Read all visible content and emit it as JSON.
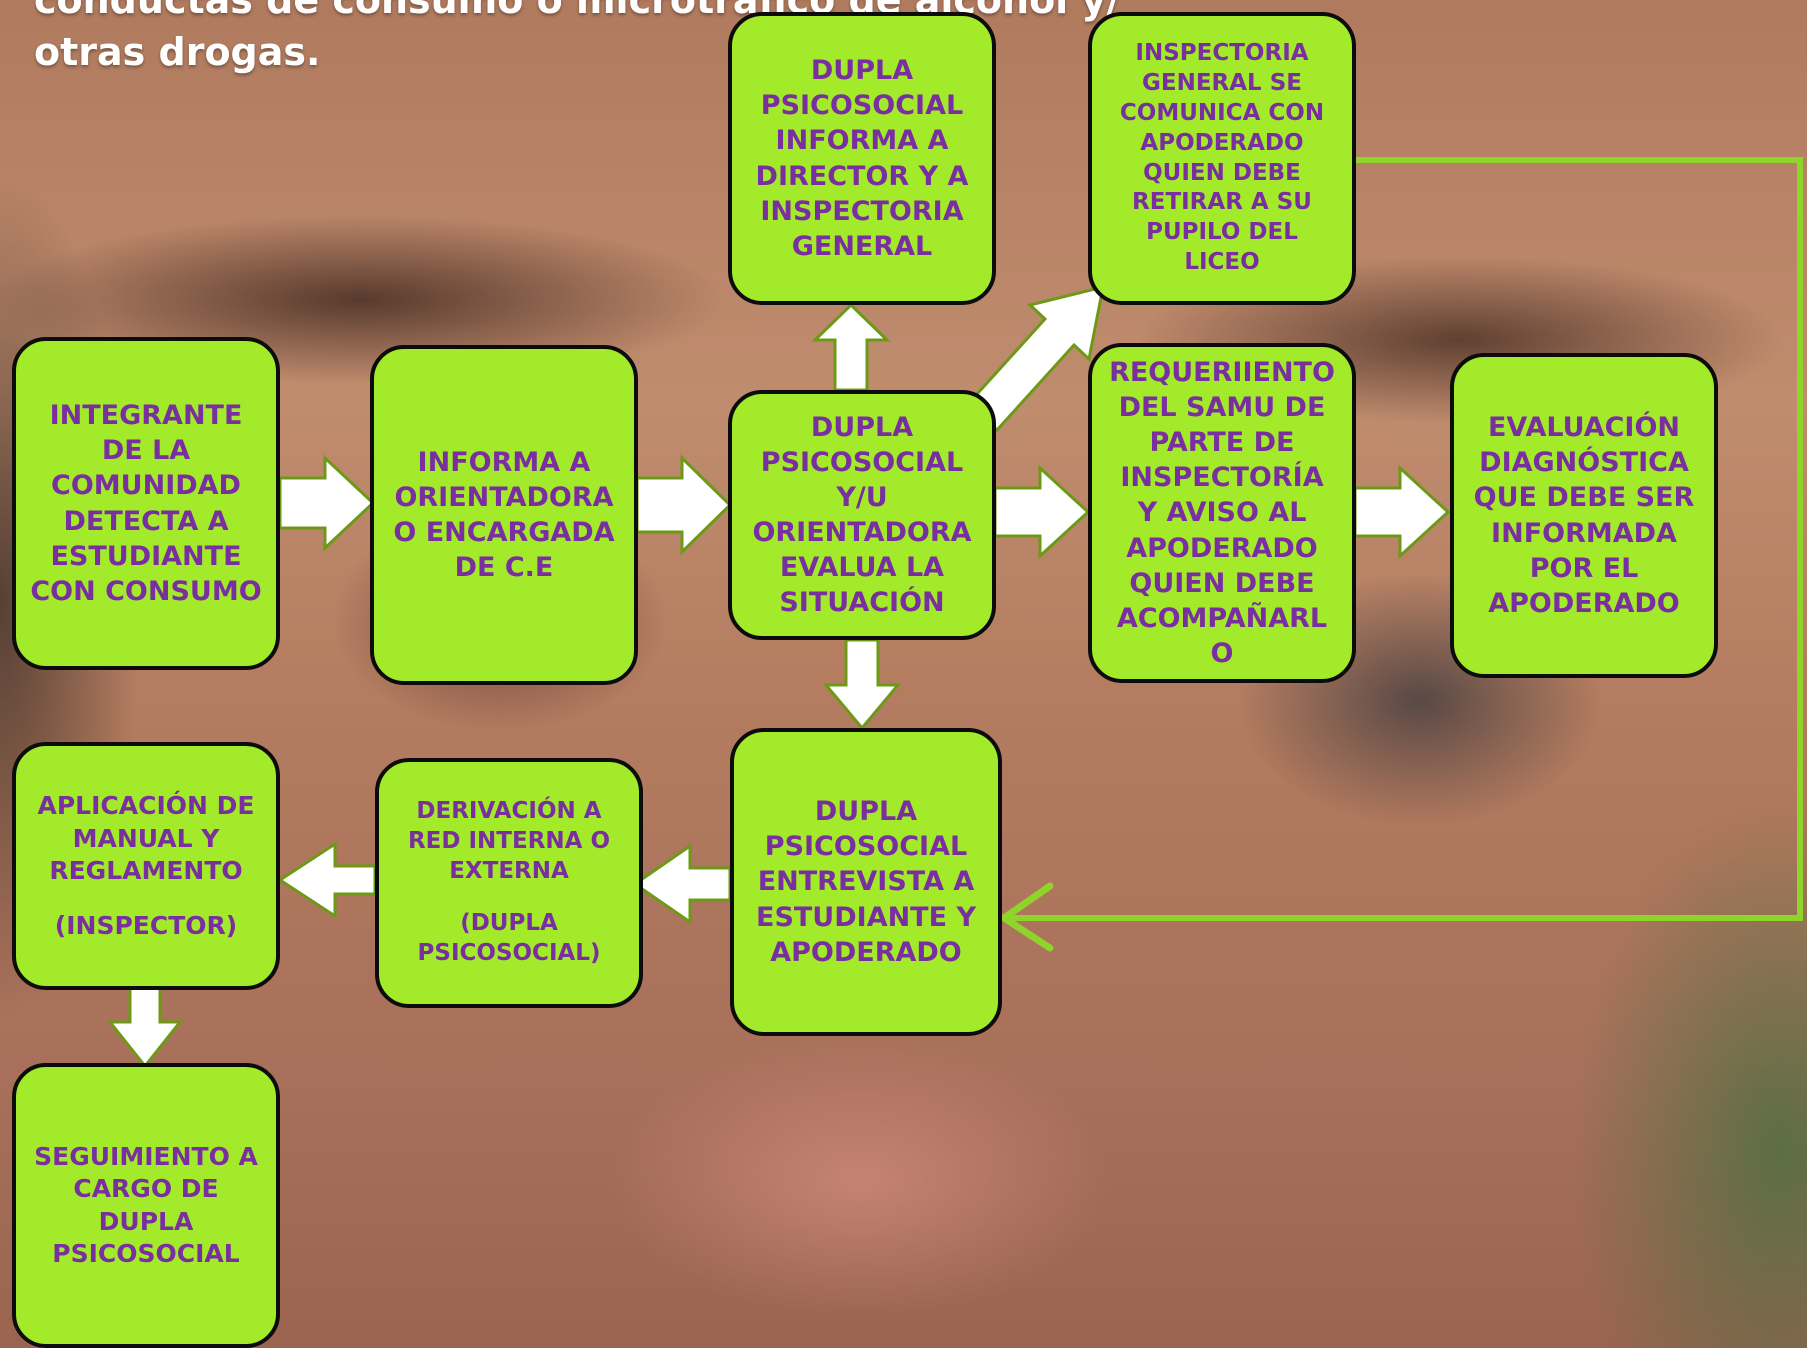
{
  "title": {
    "line1": "conductas de consumo o microtráfico de alcohol y/",
    "line2": "otras drogas."
  },
  "colors": {
    "box_fill": "#a3ea2a",
    "box_border": "#0c0c0c",
    "box_text": "#7a2fa0",
    "arrow_fill": "#ffffff",
    "arrow_stroke": "#6c9a16",
    "connector": "#8fd42a"
  },
  "nodes": {
    "integrante": "INTEGRANTE DE LA COMUNIDAD DETECTA A ESTUDIANTE CON CONSUMO",
    "informa": "INFORMA A ORIENTADORA O ENCARGADA DE C.E",
    "evalua": "DUPLA PSICOSOCIAL Y/U ORIENTADORA EVALUA LA SITUACIÓN",
    "informa_director": "DUPLA PSICOSOCIAL INFORMA A DIRECTOR Y A INSPECTORIA GENERAL",
    "inspectoria": "INSPECTORIA GENERAL SE COMUNICA CON APODERADO QUIEN DEBE RETIRAR A SU PUPILO DEL LICEO",
    "samu": "REQUERIIENTO DEL SAMU DE PARTE DE INSPECTORÍA Y AVISO AL APODERADO QUIEN DEBE ACOMPAÑARL O",
    "evaluacion": "EVALUACIÓN DIAGNÓSTICA QUE DEBE SER INFORMADA POR EL APODERADO",
    "entrevista": "DUPLA PSICOSOCIAL ENTREVISTA A ESTUDIANTE Y APODERADO",
    "derivacion": {
      "main": "DERIVACIÓN A RED INTERNA O EXTERNA",
      "note": "(DUPLA PSICOSOCIAL)"
    },
    "aplicacion": {
      "main": "APLICACIÓN DE MANUAL Y REGLAMENTO",
      "note": "(INSPECTOR)"
    },
    "seguimiento": "SEGUIMIENTO A CARGO DE DUPLA PSICOSOCIAL"
  }
}
